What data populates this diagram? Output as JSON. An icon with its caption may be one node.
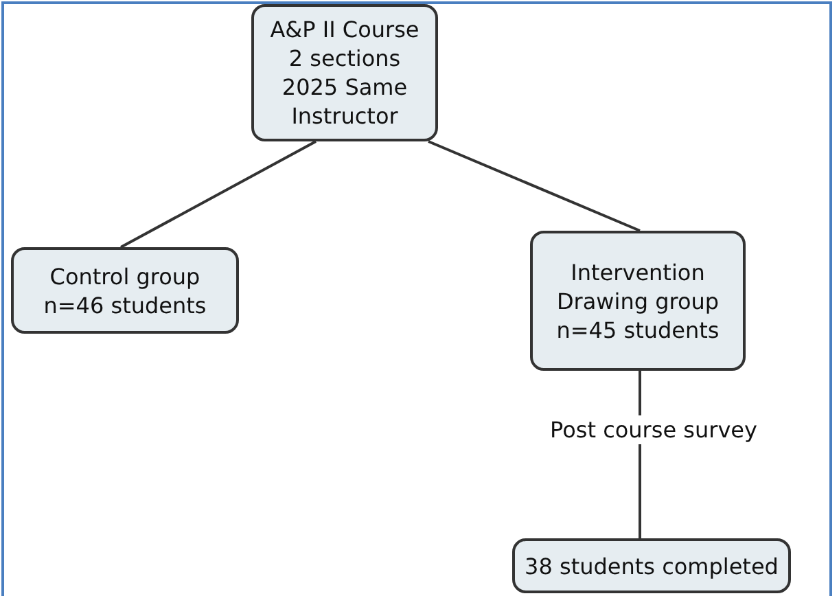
{
  "diagram": {
    "nodes": [
      {
        "text": [
          "A&P II Course 2 sections 2025 Same Instructor"
        ]
      },
      {
        "text": [
          "Control group n=46 students"
        ]
      },
      {
        "text": [
          "Intervention Drawing group n=45 students"
        ]
      },
      {
        "text": [
          "38 students completed"
        ]
      }
    ],
    "edges": [
      {
        "from": 0,
        "to": 1,
        "arrow": "none"
      },
      {
        "from": 0,
        "to": 2,
        "arrow": "none"
      },
      {
        "from": 2,
        "to": 3,
        "arrow": "none",
        "label": "Post course survey"
      }
    ]
  }
}
